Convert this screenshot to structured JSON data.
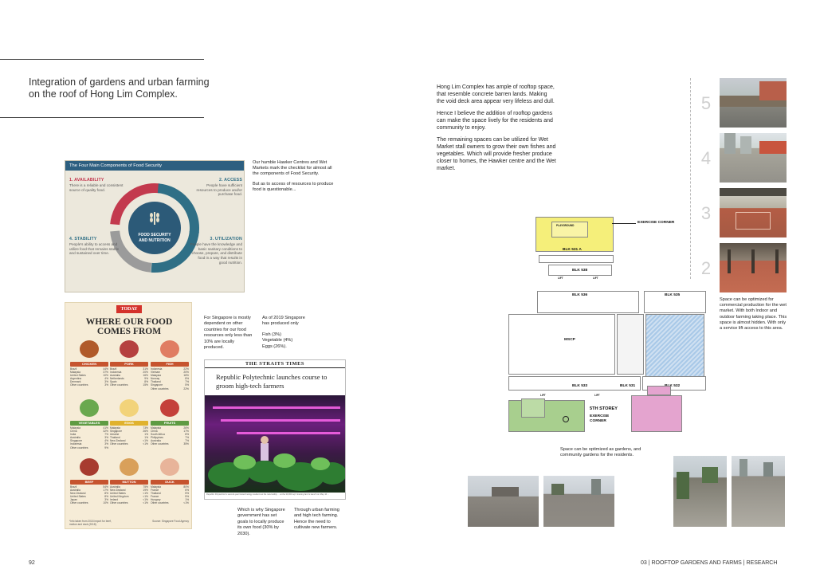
{
  "left_page": {
    "title": "Integration of gardens and urban farming on the roof of Hong Lim Complex.",
    "page_number": "92",
    "food_security": {
      "header": "The Four Main Components of Food Security",
      "availability_title": "1. AVAILABILITY",
      "availability_text": "There is a reliable and consistent source of quality food.",
      "access_title": "2. ACCESS",
      "access_text": "People have sufficient resources to produce and/or purchase food.",
      "stability_title": "4. STABILITY",
      "stability_text": "People's ability to access and utilize food that remains stable and sustained over time.",
      "utilization_title": "3. UTILIZATION",
      "utilization_text": "People have the knowledge and basic sanitary conditions to choose, prepare, and distribute food in a way that results in good nutrition.",
      "center_label": "FOOD SECURITY AND NUTRITION",
      "colors": {
        "ring_red": "#c33a4e",
        "ring_teal": "#2f6f86",
        "ring_grey": "#9b9b9b",
        "center": "#2c5a78"
      }
    },
    "hawker_note_1": "Our humble Hawker Centres and Wet Markets mark the checklist for almost all the components of Food Security.",
    "hawker_note_2": "But as to access of resources to produce food is questionable...",
    "infographic": {
      "badge": "TODAY",
      "title_line1": "WHERE OUR FOOD",
      "title_line2": "COMES FROM",
      "categories": [
        {
          "name": "CHICKEN",
          "color": "#c6542f",
          "rows": [
            [
              "Brazil",
              "44%"
            ],
            [
              "Malaysia",
              "37%"
            ],
            [
              "United States",
              "10%"
            ],
            [
              "Argentina",
              "4%"
            ],
            [
              "Denmark",
              "3%"
            ],
            [
              "Other countries",
              "3%"
            ]
          ]
        },
        {
          "name": "PORK",
          "color": "#c6542f",
          "rows": [
            [
              "Brazil",
              "31%"
            ],
            [
              "Indonesia",
              "20%"
            ],
            [
              "Australia",
              "16%"
            ],
            [
              "Netherlands",
              "9%"
            ],
            [
              "Spain",
              "8%"
            ],
            [
              "Other countries",
              "15%"
            ]
          ]
        },
        {
          "name": "FISH",
          "color": "#c6542f",
          "rows": [
            [
              "Indonesia",
              "22%"
            ],
            [
              "Vietnam",
              "20%"
            ],
            [
              "Malaysia",
              "16%"
            ],
            [
              "Norway",
              "8%"
            ],
            [
              "Thailand",
              "7%"
            ],
            [
              "Singapore",
              "5%"
            ],
            [
              "Other countries",
              "22%"
            ]
          ]
        },
        {
          "name": "VEGETABLES",
          "color": "#5e9b43",
          "rows": [
            [
              "Malaysia",
              "41%"
            ],
            [
              "China",
              "32%"
            ],
            [
              "India",
              "7%"
            ],
            [
              "Australia",
              "3%"
            ],
            [
              "Singapore",
              "4%"
            ],
            [
              "Indonesia",
              "3%"
            ],
            [
              "Other countries",
              "9%"
            ]
          ]
        },
        {
          "name": "EGGS",
          "color": "#e0b22e",
          "rows": [
            [
              "Malaysia",
              "73%"
            ],
            [
              "Singapore",
              "26%"
            ],
            [
              "Ukraine",
              "1%"
            ],
            [
              "Thailand",
              "1%"
            ],
            [
              "New Zealand",
              "<1%"
            ],
            [
              "Other countries",
              "<1%"
            ]
          ]
        },
        {
          "name": "FRUITS",
          "color": "#5e9b43",
          "rows": [
            [
              "Malaysia",
              "26%"
            ],
            [
              "China",
              "17%"
            ],
            [
              "South Africa",
              "8%"
            ],
            [
              "Philippines",
              "7%"
            ],
            [
              "Australia",
              "7%"
            ],
            [
              "Other countries",
              "35%"
            ]
          ]
        },
        {
          "name": "BEEF",
          "color": "#c6542f",
          "rows": [
            [
              "Brazil",
              "54%"
            ],
            [
              "Australia",
              "17%"
            ],
            [
              "New Zealand",
              "8%"
            ],
            [
              "United States",
              "8%"
            ],
            [
              "Japan",
              "3%"
            ],
            [
              "Other countries",
              "10%"
            ]
          ]
        },
        {
          "name": "MUTTON",
          "color": "#c6542f",
          "rows": [
            [
              "Australia",
              "75%"
            ],
            [
              "New Zealand",
              "19%"
            ],
            [
              "United States",
              "<1%"
            ],
            [
              "United Kingdom",
              "<1%"
            ],
            [
              "Ireland",
              "<1%"
            ],
            [
              "Other countries",
              "<1%"
            ]
          ]
        },
        {
          "name": "DUCK",
          "color": "#c6542f",
          "rows": [
            [
              "Malaysia",
              "80%"
            ],
            [
              "France",
              "6%"
            ],
            [
              "Thailand",
              "5%"
            ],
            [
              "France",
              "5%"
            ],
            [
              "Hungary",
              "1%"
            ],
            [
              "Other countries",
              "<1%"
            ]
          ]
        }
      ],
      "footnote": "*Info taken from 2018 import for beef, mutton and duck (2018)",
      "source": "Source: Singapore Food Agency"
    },
    "sg_note": "For Singapore is mostly dependent on other countries for our food resources only less than 10% are locally produced.",
    "sg_2019_intro": "As of 2019 Singapore has produced only",
    "sg_2019_fish": "Fish (3%)",
    "sg_2019_veg": "Vegetable (4%)",
    "sg_2019_eggs": "Eggs (26%).",
    "news": {
      "masthead": "THE STRAITS TIMES",
      "headline": "Republic Polytechnic launches course to groom high-tech farmers",
      "caption": "Republic Polytechnic's second-year biotechnology students at the new facility ... at the 30,000 sq ft training farm's launch on May 10 ..."
    },
    "why_note": "Which is why Singapore government has set goals to locally produce its own food (30% by 2030).",
    "through_note": "Through urban farming and high tech farming. Hence the need to cultivate new farmers."
  },
  "right_page": {
    "intro_p1": "Hong Lim Complex has ample of rooftop space, that resemble concrete barren lands. Making the void deck area appear very lifeless and dull.",
    "intro_p2": "Hence I believe the addition of rooftop gardens can make the space lively for the residents and community to enjoy.",
    "intro_p3": "The remaining spaces can be utilized for Wet Market stall owners to grow their own fishes and vegetables. Which will provide fresher produce closer to homes, the Hawker centre and the Wet market.",
    "photo_numbers": [
      "5",
      "4",
      "3",
      "2"
    ],
    "commercial_note": "Space can be optimized for commercial production for the wet market. With both Indoor and outdoor farming taking place. This space is almost hidden. With only a service lift access to this area.",
    "community_note": "Space can be optimized as gardens, and community gardens for the residents.",
    "footer": "03  |  ROOFTOP GARDENS AND FARMS  |  RESEARCH",
    "plan": {
      "exercise_corner_top": "EXERCISE CORNER",
      "blk_531a": "BLK 531 A",
      "playground": "PLAYGROUND",
      "blk_538_upper": "BLK 538",
      "blk_536": "BLK 536",
      "blk_535": "BLK 535",
      "mscp": "MSCP",
      "blk_533": "BLK 533",
      "blk_531": "BLK 531",
      "blk_532": "BLK 532",
      "fifth_storey": "5TH STOREY",
      "exercise_corner_bottom": "EXERCISE CORNER",
      "lift": "LIFT",
      "colors": {
        "yellow": "#f5ef7a",
        "blue": "#a9c9e8",
        "green": "#a8cf8e",
        "pink": "#e4a4cf"
      }
    }
  }
}
